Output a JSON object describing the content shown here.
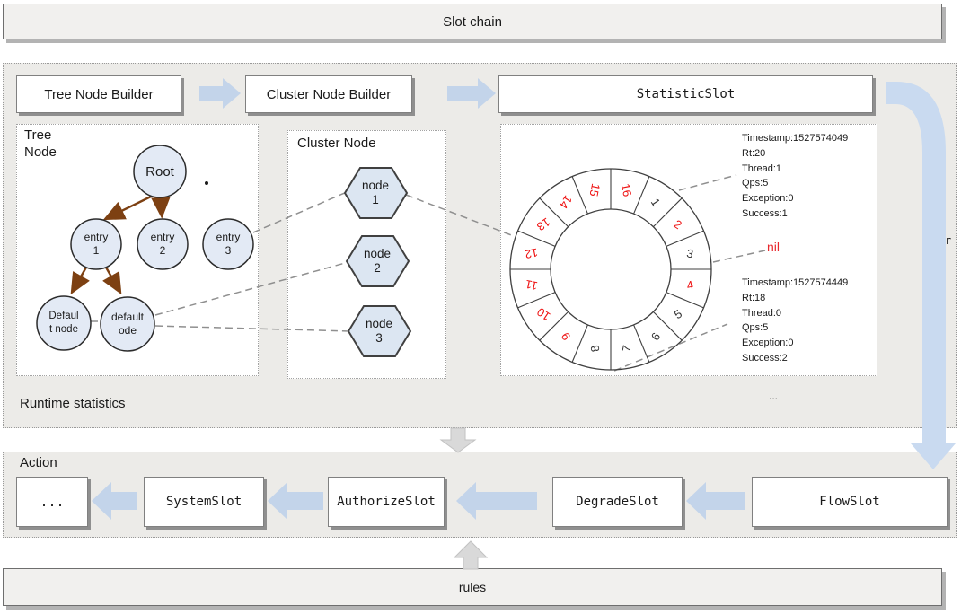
{
  "banner": {
    "slot_chain": "Slot chain",
    "rules": "rules"
  },
  "builders": {
    "tree": "Tree Node Builder",
    "cluster": "Cluster Node Builder",
    "statistic": "StatisticSlot"
  },
  "sections": {
    "runtime": "Runtime statistics",
    "action": "Action"
  },
  "tree": {
    "label": "Tree\nNode",
    "root": "Root",
    "dot": ".",
    "entry1": "entry\n1",
    "entry2": "entry\n2",
    "entry3": "entry\n3",
    "default_node": "Defaul\nt node",
    "default_ode": "default\node"
  },
  "cluster": {
    "label": "Cluster Node",
    "node1": "node\n1",
    "node2": "node\n2",
    "node3": "node\n3"
  },
  "ring": {
    "numbers": [
      1,
      2,
      3,
      4,
      5,
      6,
      7,
      8,
      9,
      10,
      11,
      12,
      13,
      14,
      15,
      16
    ],
    "red_numbers": [
      2,
      4,
      9,
      10,
      11,
      12,
      13,
      14,
      15,
      16
    ],
    "red_color": "#ee1111",
    "black_color": "#333333"
  },
  "stats": {
    "block1": "Timestamp:1527574049\nRt:20\nThread:1\nQps:5\nException:0\nSuccess:1",
    "nil_label": "nil",
    "block2": "Timestamp:1527574449\nRt:18\nThread:0\nQps:5\nException:0\nSuccess:2",
    "ellipsis": "...",
    "r_label": "r"
  },
  "action_slots": {
    "ellipsis": "...",
    "system": "SystemSlot",
    "authorize": "AuthorizeSlot",
    "degrade": "DegradeSlot",
    "flow": "FlowSlot"
  },
  "colors": {
    "block_arrow": "#c3d4ea",
    "flow_band": "#c9daf0",
    "gray_arrow": "#d9d9d9",
    "tree_arrow_brown": "#7d4012",
    "node_fill": "#e3eaf5",
    "hex_fill": "#dce6f2"
  }
}
